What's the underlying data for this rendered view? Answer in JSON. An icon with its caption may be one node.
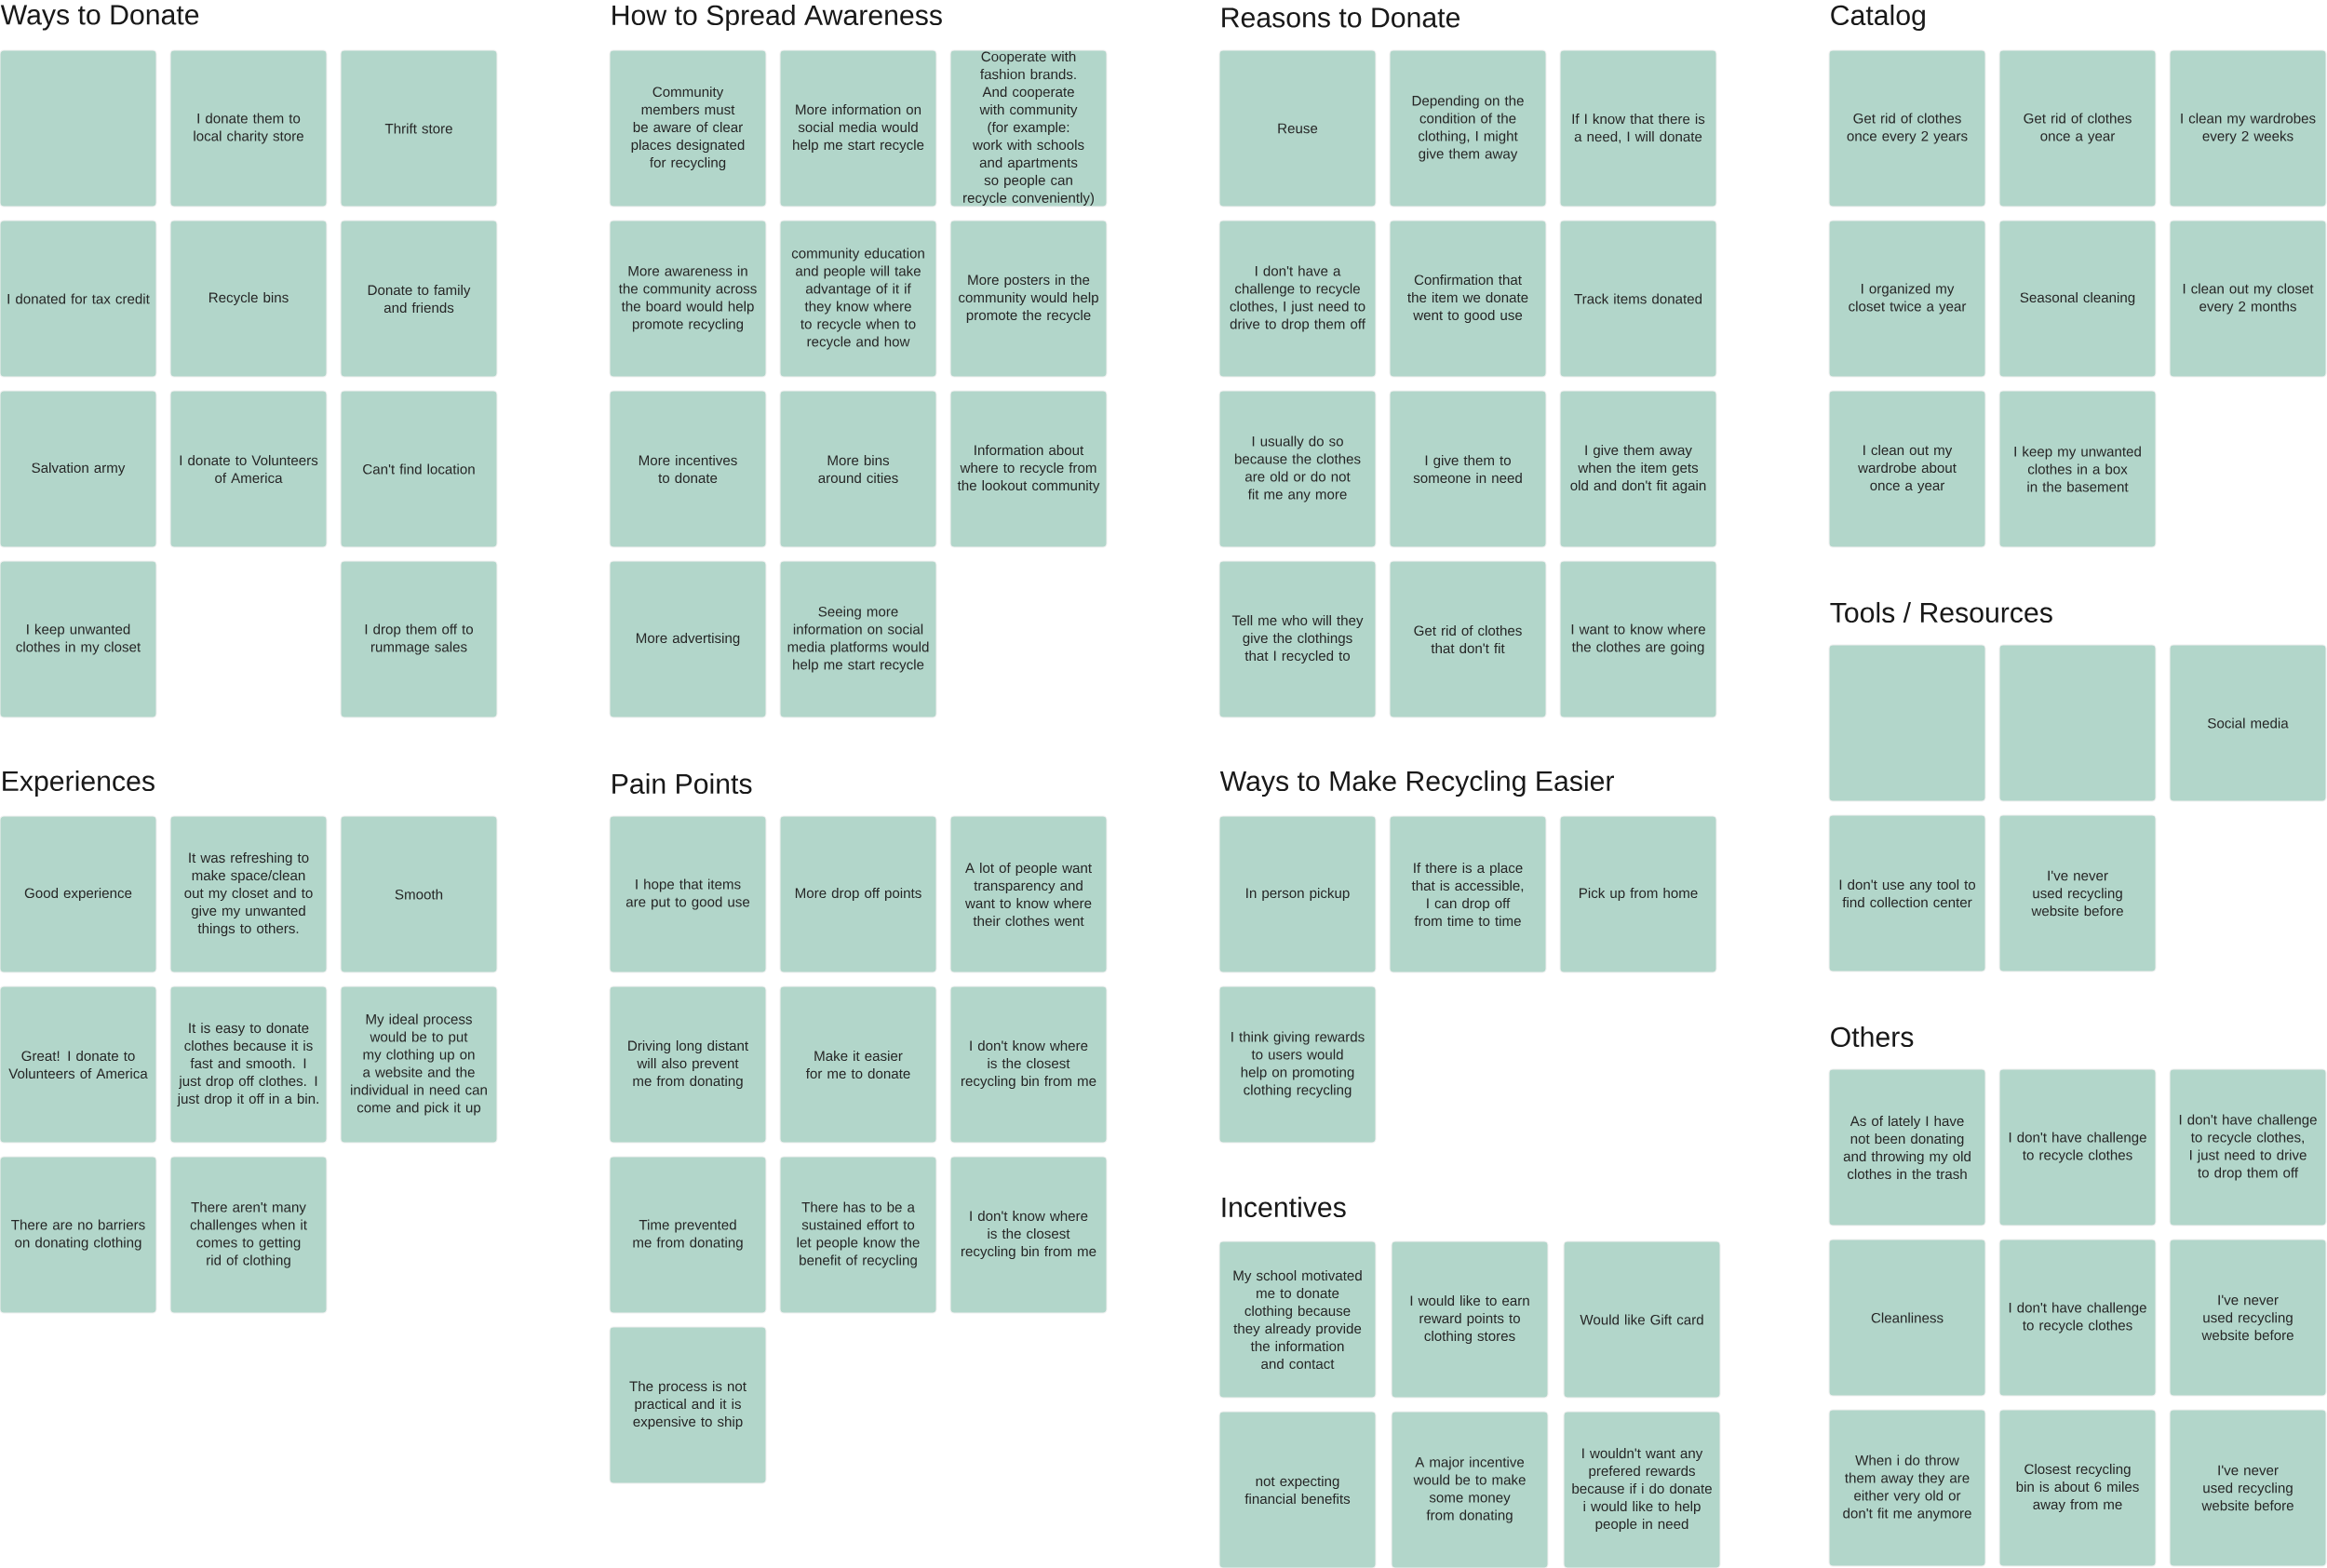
{
  "diagram": {
    "nodes": [
      {
        "text": [],
        "shape": "box"
      },
      {
        "text": [
          "I donate them to local charity store"
        ]
      },
      {
        "text": [
          "Thrift store"
        ]
      },
      {
        "text": [
          "I donated for tax credit"
        ]
      },
      {
        "text": [
          "Recycle bins"
        ]
      },
      {
        "text": [
          "Donate to family and friends"
        ]
      },
      {
        "text": [
          "Salvation army"
        ]
      },
      {
        "text": [
          "I donate to Volunteers of America"
        ]
      },
      {
        "text": [
          "Can't find location"
        ]
      },
      {
        "text": [
          "I keep unwanted clothes in my closet"
        ]
      },
      {
        "text": [
          "I drop them off to rummage sales"
        ]
      },
      {
        "text": [
          "Community members must be aware of clear places designated for recycling"
        ]
      },
      {
        "text": [
          "More information on social media would help me start recycle"
        ]
      },
      {
        "text": [
          "Cooperate with fashion brands. And cooperate with community (for example: work with schools and apartments so people can recycle conveniently)"
        ]
      },
      {
        "text": [
          "More awareness in the community across the board would help promote recycling"
        ]
      },
      {
        "text": [
          "community education and people will take advantage of it if they know where to recycle when to recycle and how"
        ]
      },
      {
        "text": [
          "More posters in the community would help promote the recycle"
        ]
      },
      {
        "text": [
          "More incentives to donate"
        ]
      },
      {
        "text": [
          "More bins around cities"
        ]
      },
      {
        "text": [
          "Information about where to recycle from the lookout community"
        ]
      },
      {
        "text": [
          "More advertising"
        ]
      },
      {
        "text": [
          "Seeing more information on social media platforms would help me start recycle"
        ]
      },
      {
        "text": [
          "Reuse"
        ]
      },
      {
        "text": [
          "Depending on the condition of the clothing, I might give them away"
        ]
      },
      {
        "text": [
          "If I know that there is a need, I will donate"
        ]
      },
      {
        "text": [
          "I don't have a challenge to recycle clothes, I just need to drive to drop them off"
        ]
      },
      {
        "text": [
          "Confirmation that the item we donate went to good use"
        ]
      },
      {
        "text": [
          "Track items donated"
        ]
      },
      {
        "text": [
          "I usually do so because the clothes are old or do not fit me any more"
        ]
      },
      {
        "text": [
          "I give them to someone in need"
        ]
      },
      {
        "text": [
          "I give them away when the item gets old and don't fit again"
        ]
      },
      {
        "text": [
          "Tell me who will they give the clothings that I recycled to"
        ]
      },
      {
        "text": [
          "Get rid of clothes that don't fit"
        ]
      },
      {
        "text": [
          "I want to know where the clothes are going"
        ]
      },
      {
        "text": [
          "Get rid of clothes once every 2 years"
        ]
      },
      {
        "text": [
          "Get rid of clothes once a year"
        ]
      },
      {
        "text": [
          "I clean my wardrobes every 2 weeks"
        ]
      },
      {
        "text": [
          "I organized my closet twice a year"
        ]
      },
      {
        "text": [
          "Seasonal cleaning"
        ]
      },
      {
        "text": [
          "I clean out my closet every 2 months"
        ]
      },
      {
        "text": [
          "I clean out my wardrobe about once a year"
        ]
      },
      {
        "text": [
          "I keep my unwanted clothes in a box in the basement"
        ]
      },
      {
        "text": [
          "Good experience"
        ]
      },
      {
        "text": [
          "It was refreshing to make space/clean out my closet and to give my unwanted things to others."
        ]
      },
      {
        "text": [
          "Smooth"
        ]
      },
      {
        "text": [
          "Great! I donate to Volunteers of America"
        ]
      },
      {
        "text": [
          "It is easy to donate clothes because it is fast and smooth. I just drop off clothes. I just drop it off in a bin."
        ]
      },
      {
        "text": [
          "My ideal process would be to put my clothing up on a website and the individual in need can come and pick it up"
        ]
      },
      {
        "text": [
          "There are no barriers on donating clothing"
        ]
      },
      {
        "text": [
          "There aren't many challenges when it comes to getting rid of clothing"
        ]
      },
      {
        "text": [
          "I hope that items are put to good use"
        ]
      },
      {
        "text": [
          "More drop off points"
        ]
      },
      {
        "text": [
          "A lot of people want transparency and want to know where their clothes went"
        ]
      },
      {
        "text": [
          "Driving long distant will also prevent me from donating"
        ]
      },
      {
        "text": [
          "Make it easier for me to donate"
        ]
      },
      {
        "text": [
          "I don't know where is the closest recycling bin from me"
        ]
      },
      {
        "text": [
          "Time prevented me from donating"
        ]
      },
      {
        "text": [
          "There has to be a sustained effort to let people know the benefit of recycling"
        ]
      },
      {
        "text": [
          "I don't know where is the closest recycling bin from me"
        ]
      },
      {
        "text": [
          "The process is not practical and it is expensive to ship"
        ]
      },
      {
        "text": [
          "In person pickup"
        ]
      },
      {
        "text": [
          "If there is a place that is accessible, I can drop off from time to time"
        ]
      },
      {
        "text": [
          "Pick up from home"
        ]
      },
      {
        "text": [
          "I think giving rewards to users would help on promoting clothing recycling"
        ]
      },
      {
        "text": [],
        "shape": "box"
      },
      {
        "text": [],
        "shape": "box"
      },
      {
        "text": [
          "Social media"
        ]
      },
      {
        "text": [
          "I don't use any tool to find collection center"
        ]
      },
      {
        "text": [
          "I've never used recycling website before"
        ]
      },
      {
        "text": [
          "My school motivated me to donate clothing because they already provide the information and contact"
        ]
      },
      {
        "text": [
          "I would like to earn reward points to clothing stores"
        ]
      },
      {
        "text": [
          "Would like Gift card"
        ]
      },
      {
        "text": [
          "not expecting financial benefits"
        ]
      },
      {
        "text": [
          "A major incentive would be to make some money from donating"
        ]
      },
      {
        "text": [
          "I wouldn't want any prefered rewards because if i do donate i would like to help people in need"
        ]
      },
      {
        "text": [
          "As of lately I have not been donating and throwing my old clothes in the trash"
        ]
      },
      {
        "text": [
          "I don't have challenge to recycle clothes"
        ]
      },
      {
        "text": [
          "I don't have challenge to recycle clothes, I just need to drive to drop them off"
        ]
      },
      {
        "text": [
          "Cleanliness"
        ]
      },
      {
        "text": [
          "I don't have challenge to recycle clothes"
        ]
      },
      {
        "text": [
          "I've never used recycling website before"
        ]
      },
      {
        "text": [
          "When i do throw them away they are either very old or don't fit me anymore"
        ]
      },
      {
        "text": [
          "Closest recycling bin is about 6 miles away from me"
        ]
      },
      {
        "text": [
          "I've never used recycling website before"
        ]
      }
    ],
    "labels": [
      "Ways to Donate",
      "How to Spread Awareness",
      "Reasons to Donate",
      "Catalog",
      "Experiences",
      "Pain Points",
      "Ways to Make Recycling Easier",
      "Tools / Resources",
      "Incentives",
      "Others"
    ]
  }
}
